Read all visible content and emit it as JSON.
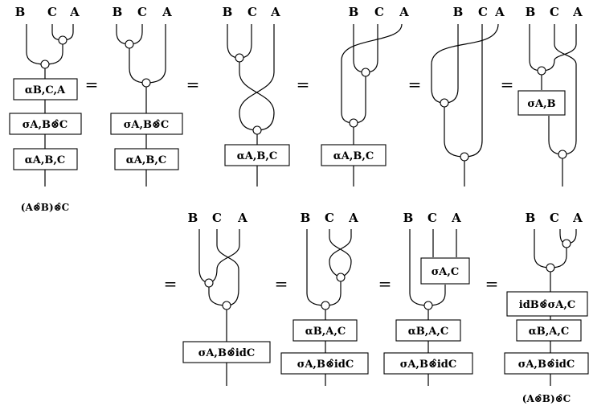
{
  "wire_labels": [
    "B",
    "C",
    "A"
  ],
  "equals": "=",
  "boxes": {
    "alpha_BCA": "αB,C,A",
    "sigma_AB_tensor_C": "σA,B⊗̂C",
    "alpha_ABC": "αA,B,C",
    "sigma_AB": "σA,B",
    "sigma_AB_tensor_idC": "σA,B⊗̂idC",
    "alpha_BAC": "αB,A,C",
    "sigma_AC": "σA,C",
    "idB_tensor_sigma_AC": "idB⊗̂σA,C"
  },
  "captions": {
    "top_left": "(A⊗̂B)⊗̂C",
    "bottom_right": "(A⊗̂B)⊗̂C"
  }
}
